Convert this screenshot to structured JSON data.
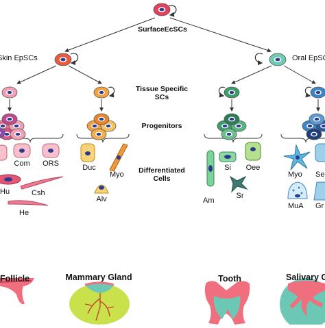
{
  "root": {
    "label": "SurfaceEcSCs",
    "color": "#e4405a"
  },
  "branches": {
    "skin": {
      "label": "Skin EpSCs",
      "color": "#ea5a3f"
    },
    "oral": {
      "label": "Oral EpSCs",
      "color": "#6fcbb0"
    }
  },
  "stages": {
    "tissue_specific": "Tissue Specific\nSCs",
    "progenitors": "Progenitors",
    "differentiated": "Differentiated\nCells"
  },
  "cell_labels": {
    "com": "Com",
    "ors": "ORS",
    "hu": "Hu",
    "csh": "Csh",
    "he": "He",
    "duc": "Duc",
    "myo_mammary": "Myo",
    "alv": "Alv",
    "si": "Si",
    "oee": "Oee",
    "am": "Am",
    "sr": "Sr",
    "myo_salivary": "Myo",
    "se": "Se",
    "mua": "MuA",
    "gr": "Gr"
  },
  "tissues": {
    "follicle": "Follicle",
    "mammary": "Mammary Gland",
    "tooth": "Tooth",
    "salivary": "Salivary G"
  },
  "colors": {
    "hair_pink": "#f2a0b4",
    "mammary_orange": "#f4a041",
    "tooth_green": "#3f9d6b",
    "salivary_blue": "#3d85c6",
    "tissue_pink": "#ef6f7f",
    "tissue_teal": "#6cc8b4",
    "gland_lime": "#c9e14a",
    "nucleus": "#2b3a8c"
  },
  "icons": [
    "self-renewal-arrow-icon"
  ]
}
